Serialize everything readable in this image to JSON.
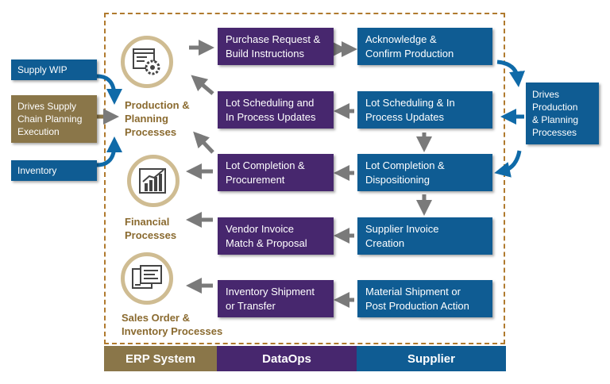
{
  "external": {
    "supply_wip": "Supply WIP",
    "drives_supply": "Drives Supply\nChain Planning\nExecution",
    "inventory": "Inventory",
    "drives_production": "Drives\nProduction\n& Planning\nProcesses"
  },
  "erp": {
    "production": "Production &\nPlanning\nProcesses",
    "financial": "Financial\nProcesses",
    "sales": "Sales Order &\nInventory Processes"
  },
  "dataops": {
    "purchase_request": "Purchase Request &\nBuild Instructions",
    "lot_scheduling": "Lot Scheduling and\nIn Process Updates",
    "lot_completion": "Lot Completion &\nProcurement",
    "vendor_invoice": "Vendor Invoice\nMatch & Proposal",
    "inventory_shipment": "Inventory Shipment\nor Transfer"
  },
  "supplier": {
    "acknowledge": "Acknowledge &\nConfirm Production",
    "lot_scheduling": "Lot Scheduling & In\nProcess Updates",
    "lot_completion": "Lot Completion &\nDispositioning",
    "supplier_invoice": "Supplier Invoice\nCreation",
    "material_shipment": "Material Shipment or\nPost Production Action"
  },
  "footer": {
    "erp": "ERP System",
    "dataops": "DataOps",
    "supplier": "Supplier"
  },
  "colors": {
    "erp": "#8a7649",
    "dataops": "#47276e",
    "supplier": "#0f5c93",
    "frame": "#b07a2e",
    "arrow_gray": "#7a7a7a"
  }
}
